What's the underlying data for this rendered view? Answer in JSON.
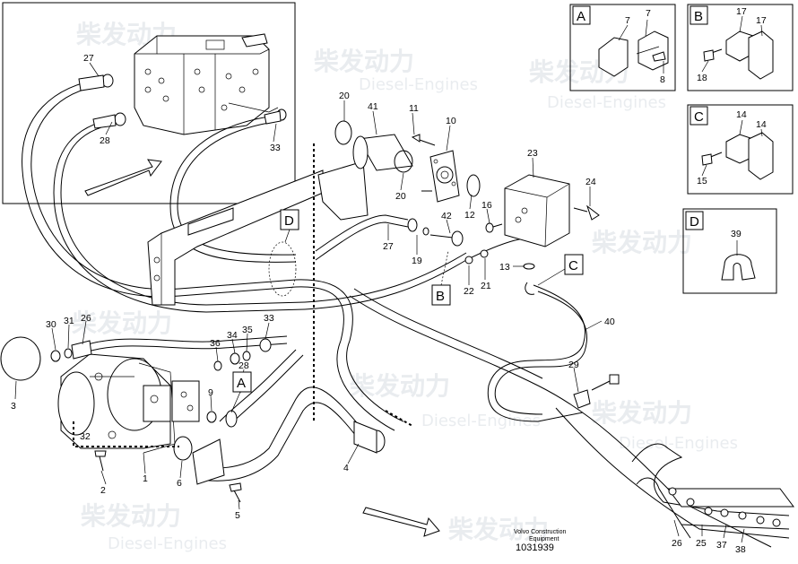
{
  "watermark": {
    "brand_cn": "柴发动力",
    "brand_en": "Diesel-Engines"
  },
  "detail_boxes": [
    {
      "letter": "A",
      "labels": [
        "7",
        "7",
        "8"
      ]
    },
    {
      "letter": "B",
      "labels": [
        "17",
        "17",
        "18"
      ]
    },
    {
      "letter": "C",
      "labels": [
        "14",
        "14",
        "15"
      ]
    },
    {
      "letter": "D",
      "labels": [
        "39"
      ]
    }
  ],
  "callout_letters": [
    "D",
    "B",
    "C",
    "A"
  ],
  "part_numbers": {
    "p27a": "27",
    "p28a": "28",
    "p33a": "33",
    "p20a": "20",
    "p41": "41",
    "p11": "11",
    "p10": "10",
    "p23": "23",
    "p20b": "20",
    "p12": "12",
    "p16": "16",
    "p24": "24",
    "p27b": "27",
    "p19": "19",
    "p42": "42",
    "p22": "22",
    "p21": "21",
    "p13": "13",
    "p40": "40",
    "p29": "29",
    "p30": "30",
    "p31": "31",
    "p26a": "26",
    "p33b": "33",
    "p35": "35",
    "p34": "34",
    "p36": "36",
    "p28b": "28",
    "p9": "9",
    "p3": "3",
    "p32": "32",
    "p2": "2",
    "p1": "1",
    "p6": "6",
    "p5": "5",
    "p4": "4",
    "p26b": "26",
    "p25": "25",
    "p37": "37",
    "p38": "38"
  },
  "caption": {
    "line1": "Volvo Construction",
    "line2": "Equipment",
    "number": "1031939"
  }
}
